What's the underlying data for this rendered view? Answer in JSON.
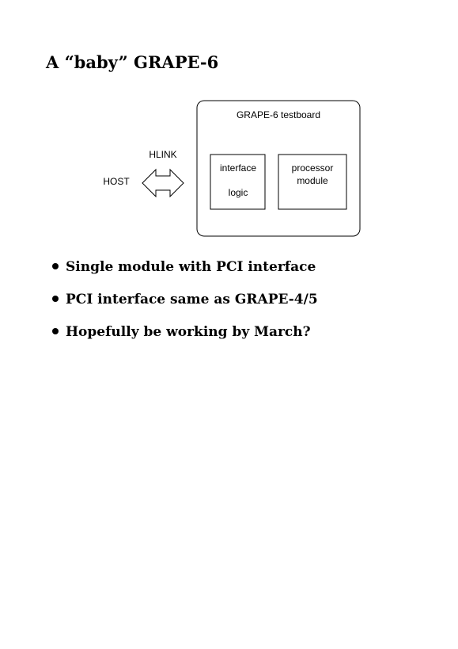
{
  "title": "A “baby” GRAPE-6",
  "diagram": {
    "board_label": "GRAPE-6 testboard",
    "link_label": "HLINK",
    "host_label": "HOST",
    "interface_block": {
      "line1": "interface",
      "line2": "logic"
    },
    "processor_block": {
      "line1": "processor",
      "line2": "module"
    }
  },
  "bullets": [
    "Single module with PCI interface",
    "PCI interface same as GRAPE-4/5",
    "Hopefully be working by March?"
  ]
}
